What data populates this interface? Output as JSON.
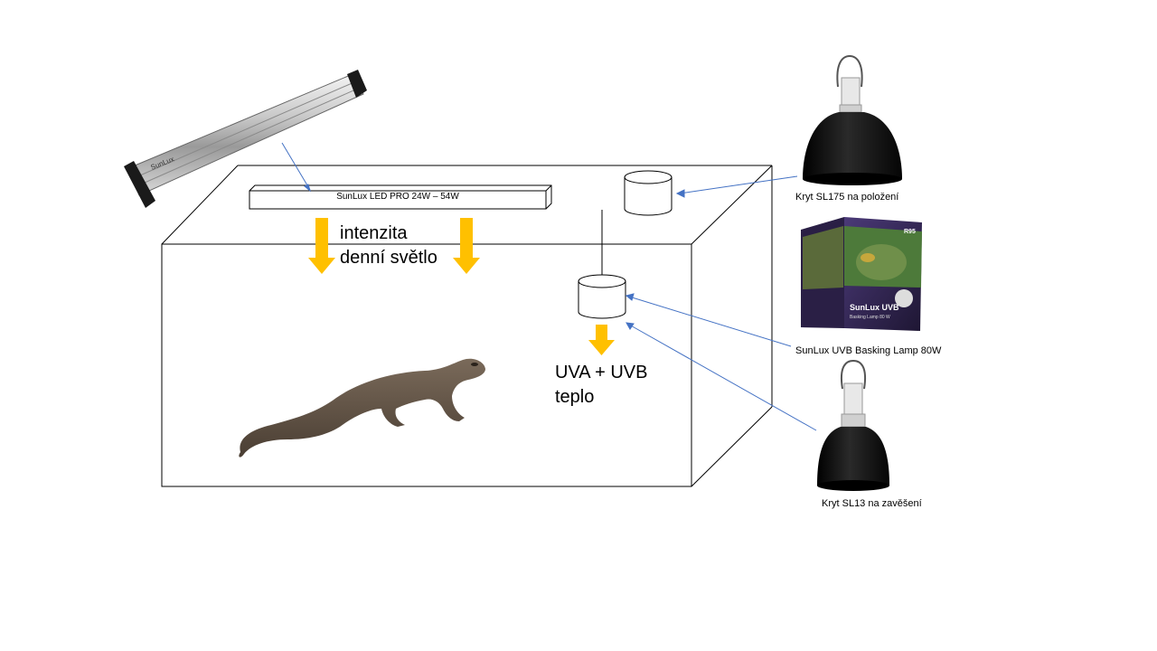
{
  "labels": {
    "led_bar": "SunLux LED PRO 24W – 54W",
    "daylight_line1": "intenzita",
    "daylight_line2": "denní světlo",
    "uv_line1": "UVA + UVB",
    "uv_line2": "teplo",
    "cover_top": "Kryt SL175 na položení",
    "basking_lamp": "SunLux UVB Basking Lamp 80W",
    "cover_bottom": "Kryt SL13 na zavěšení"
  },
  "product_images": {
    "led_fixture_brand": "SunLux",
    "lamp_box_brand": "SunLux UVB",
    "lamp_box_subtitle": "Basking Lamp 80 W",
    "lamp_box_badge": "R95"
  },
  "colors": {
    "arrow_fill": "#ffc000",
    "connector": "#4472c4",
    "outline": "#000000",
    "lamp_shade": "#111111",
    "box_purple": "#3a2a5c"
  },
  "icons": [
    "led-fixture-image",
    "dome-lamp-image",
    "lamp-box-image",
    "hanging-lamp-image",
    "lizard-image"
  ]
}
